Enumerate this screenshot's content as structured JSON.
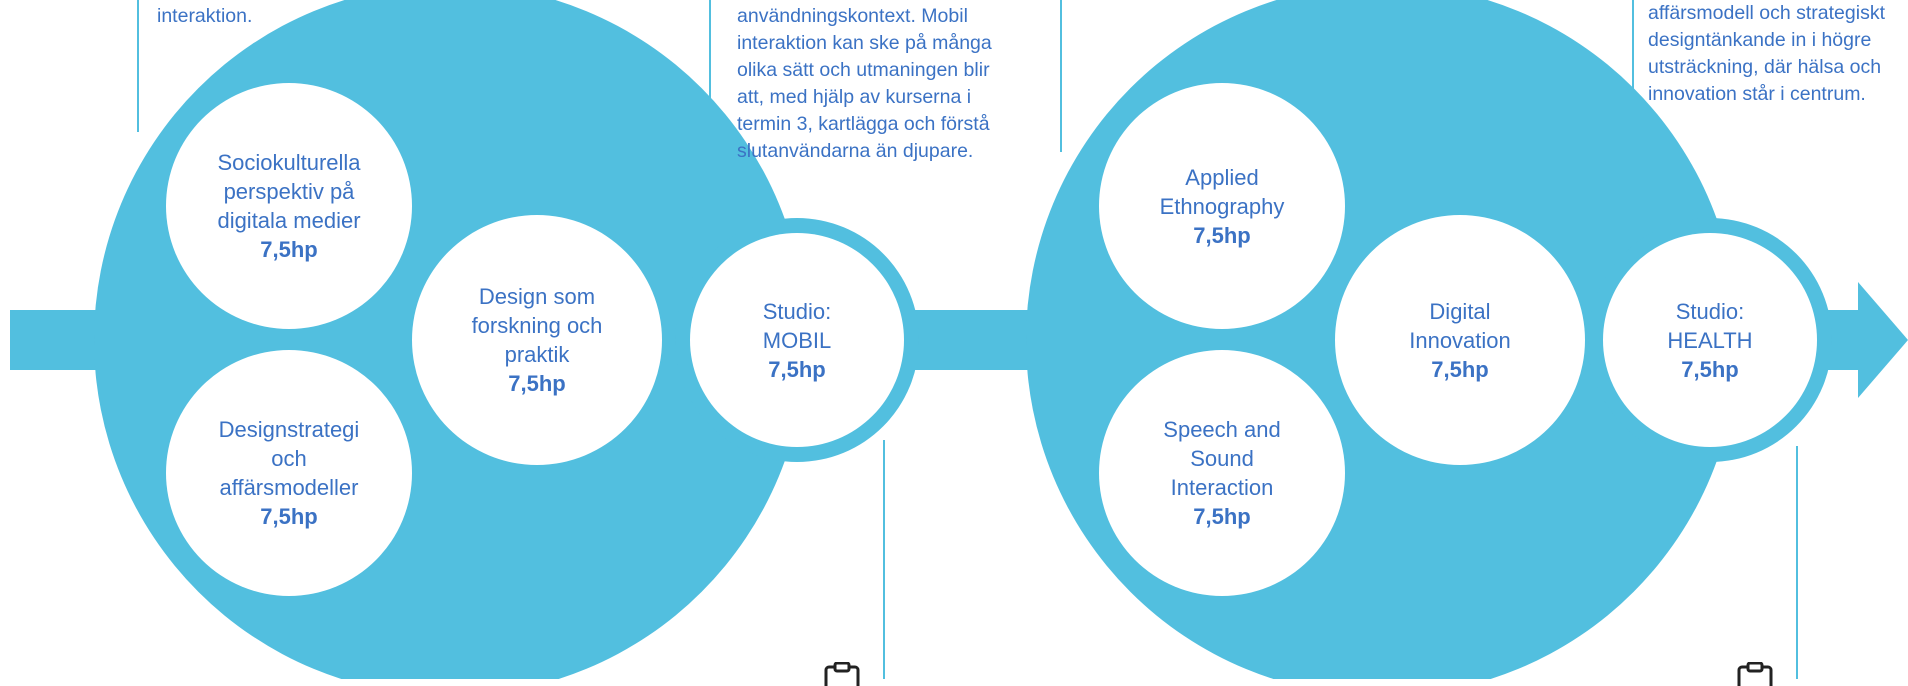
{
  "colors": {
    "primary": "#52bfdf",
    "circle_fill": "#ffffff",
    "text": "#3b72c4",
    "connector": "#52bfdf",
    "icon": "#222222"
  },
  "descriptions": [
    {
      "lines": [
        "interaktion."
      ]
    },
    {
      "lines": [
        "användningskontext. Mobil",
        "interaktion kan ske på många",
        "olika sätt och utmaningen blir",
        "att, med hjälp av kurserna i",
        "termin 3, kartlägga och förstå",
        "slutanvändarna än djupare."
      ]
    },
    {
      "lines": [
        "affärsmodell och strategiskt",
        "designtänkande in i högre",
        "utsträckning, där hälsa och",
        "innovation står i centrum."
      ]
    }
  ],
  "courses": [
    {
      "id": "sociokulturella",
      "lines": [
        "Sociokulturella",
        "perspektiv på",
        "digitala medier"
      ],
      "credits": "7,5hp"
    },
    {
      "id": "designstrategi",
      "lines": [
        "Designstrategi",
        "och",
        "affärsmodeller"
      ],
      "credits": "7,5hp"
    },
    {
      "id": "design-som-forskning",
      "lines": [
        "Design som",
        "forskning och",
        "praktik"
      ],
      "credits": "7,5hp"
    },
    {
      "id": "studio-mobil",
      "lines": [
        "Studio:",
        "MOBIL"
      ],
      "credits": "7,5hp"
    },
    {
      "id": "applied-ethnography",
      "lines": [
        "Applied",
        "Ethnography"
      ],
      "credits": "7,5hp"
    },
    {
      "id": "speech-and-sound",
      "lines": [
        "Speech and",
        "Sound",
        "Interaction"
      ],
      "credits": "7,5hp"
    },
    {
      "id": "digital-innovation",
      "lines": [
        "Digital",
        "Innovation"
      ],
      "credits": "7,5hp"
    },
    {
      "id": "studio-health",
      "lines": [
        "Studio:",
        "HEALTH"
      ],
      "credits": "7,5hp"
    }
  ],
  "icons": [
    "clipboard-icon",
    "clipboard-icon"
  ]
}
